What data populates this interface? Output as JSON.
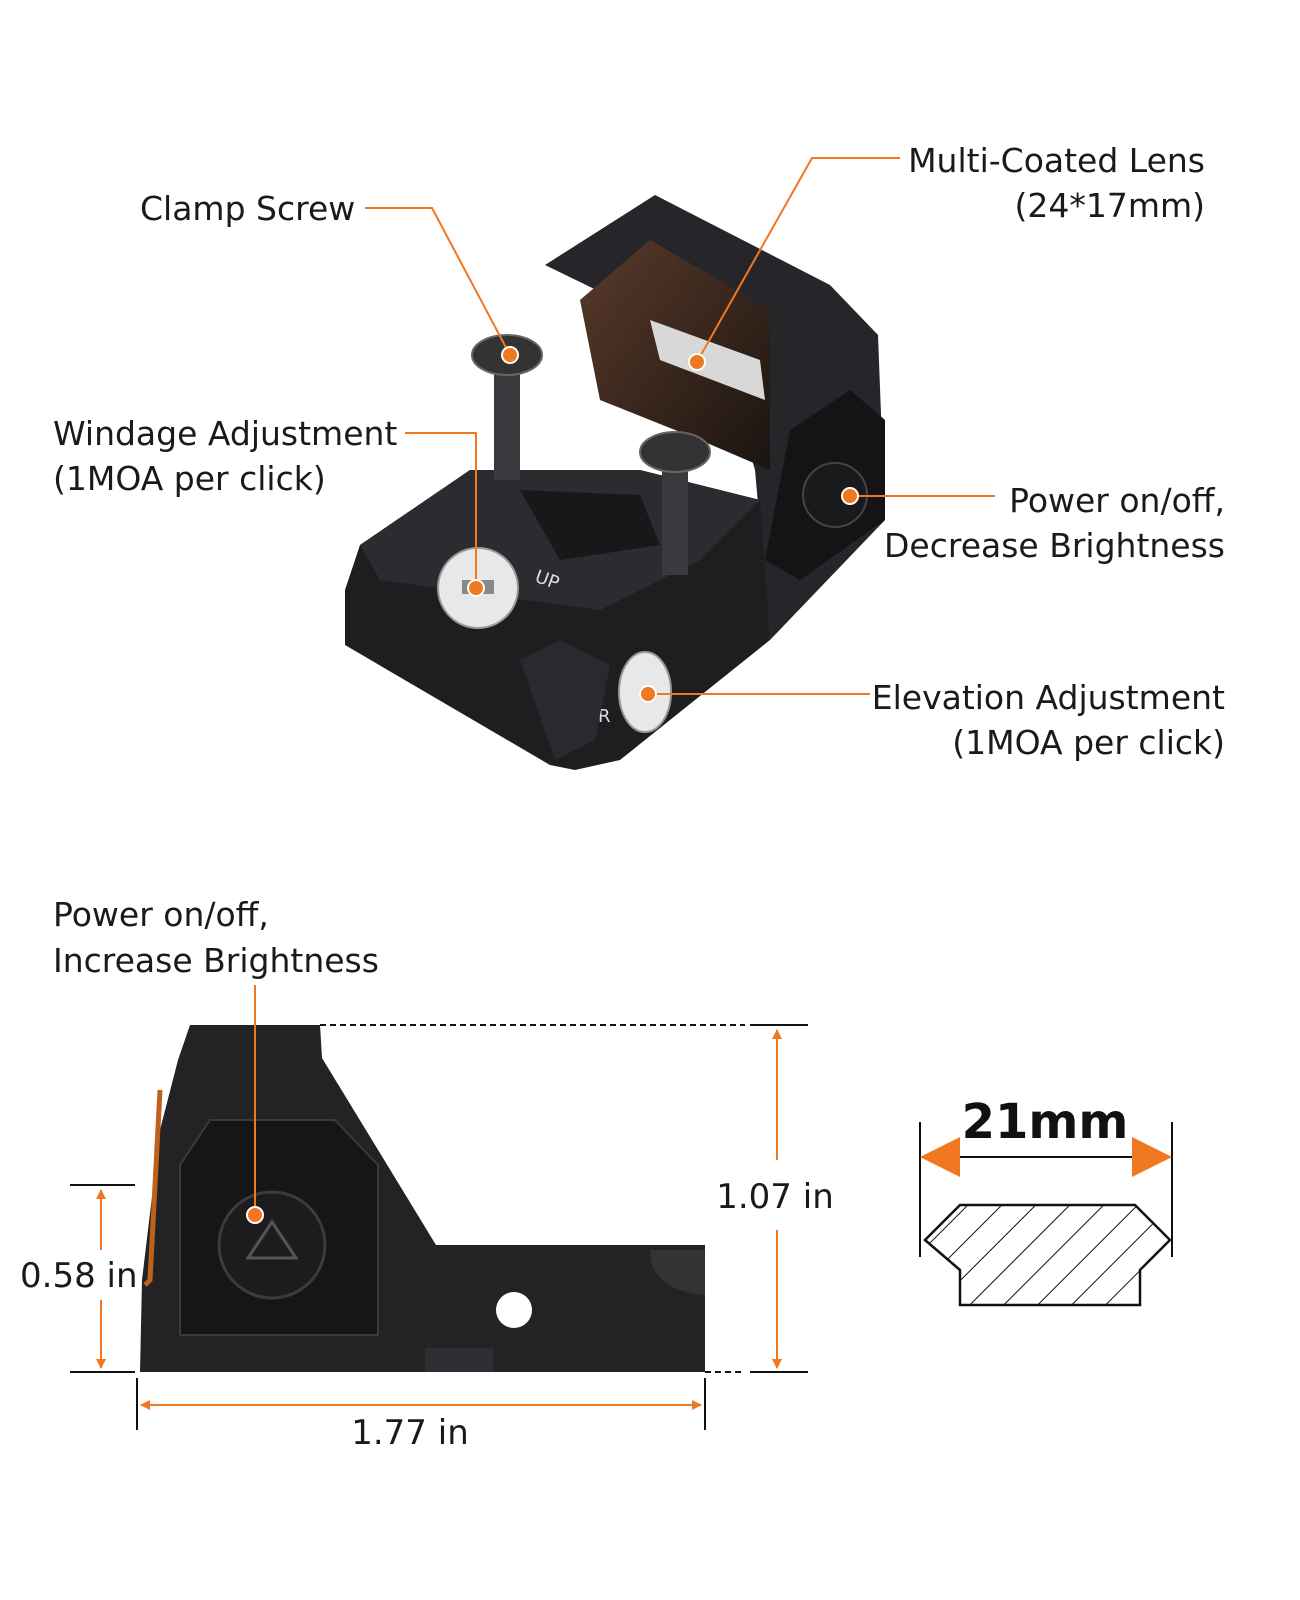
{
  "colors": {
    "accent": "#f07820",
    "body": "#1e1e20",
    "background": "#ffffff"
  },
  "top_view": {
    "callouts": {
      "clamp_screw": [
        "Clamp Screw"
      ],
      "lens": [
        "Multi-Coated Lens",
        "(24*17mm)"
      ],
      "windage": [
        "Windage Adjustment",
        "(1MOA per click)"
      ],
      "power_decrease": [
        "Power on/off,",
        "Decrease Brightness"
      ],
      "elevation": [
        "Elevation Adjustment",
        "(1MOA per click)"
      ]
    },
    "dial_marking": "UP",
    "elevation_marking": "R"
  },
  "side_view": {
    "callout": [
      "Power on/off,",
      "Increase Brightness"
    ],
    "dimensions": {
      "height": "1.07 in",
      "base_height": "0.58 in",
      "length": "1.77 in"
    }
  },
  "rail": {
    "width": "21mm"
  }
}
